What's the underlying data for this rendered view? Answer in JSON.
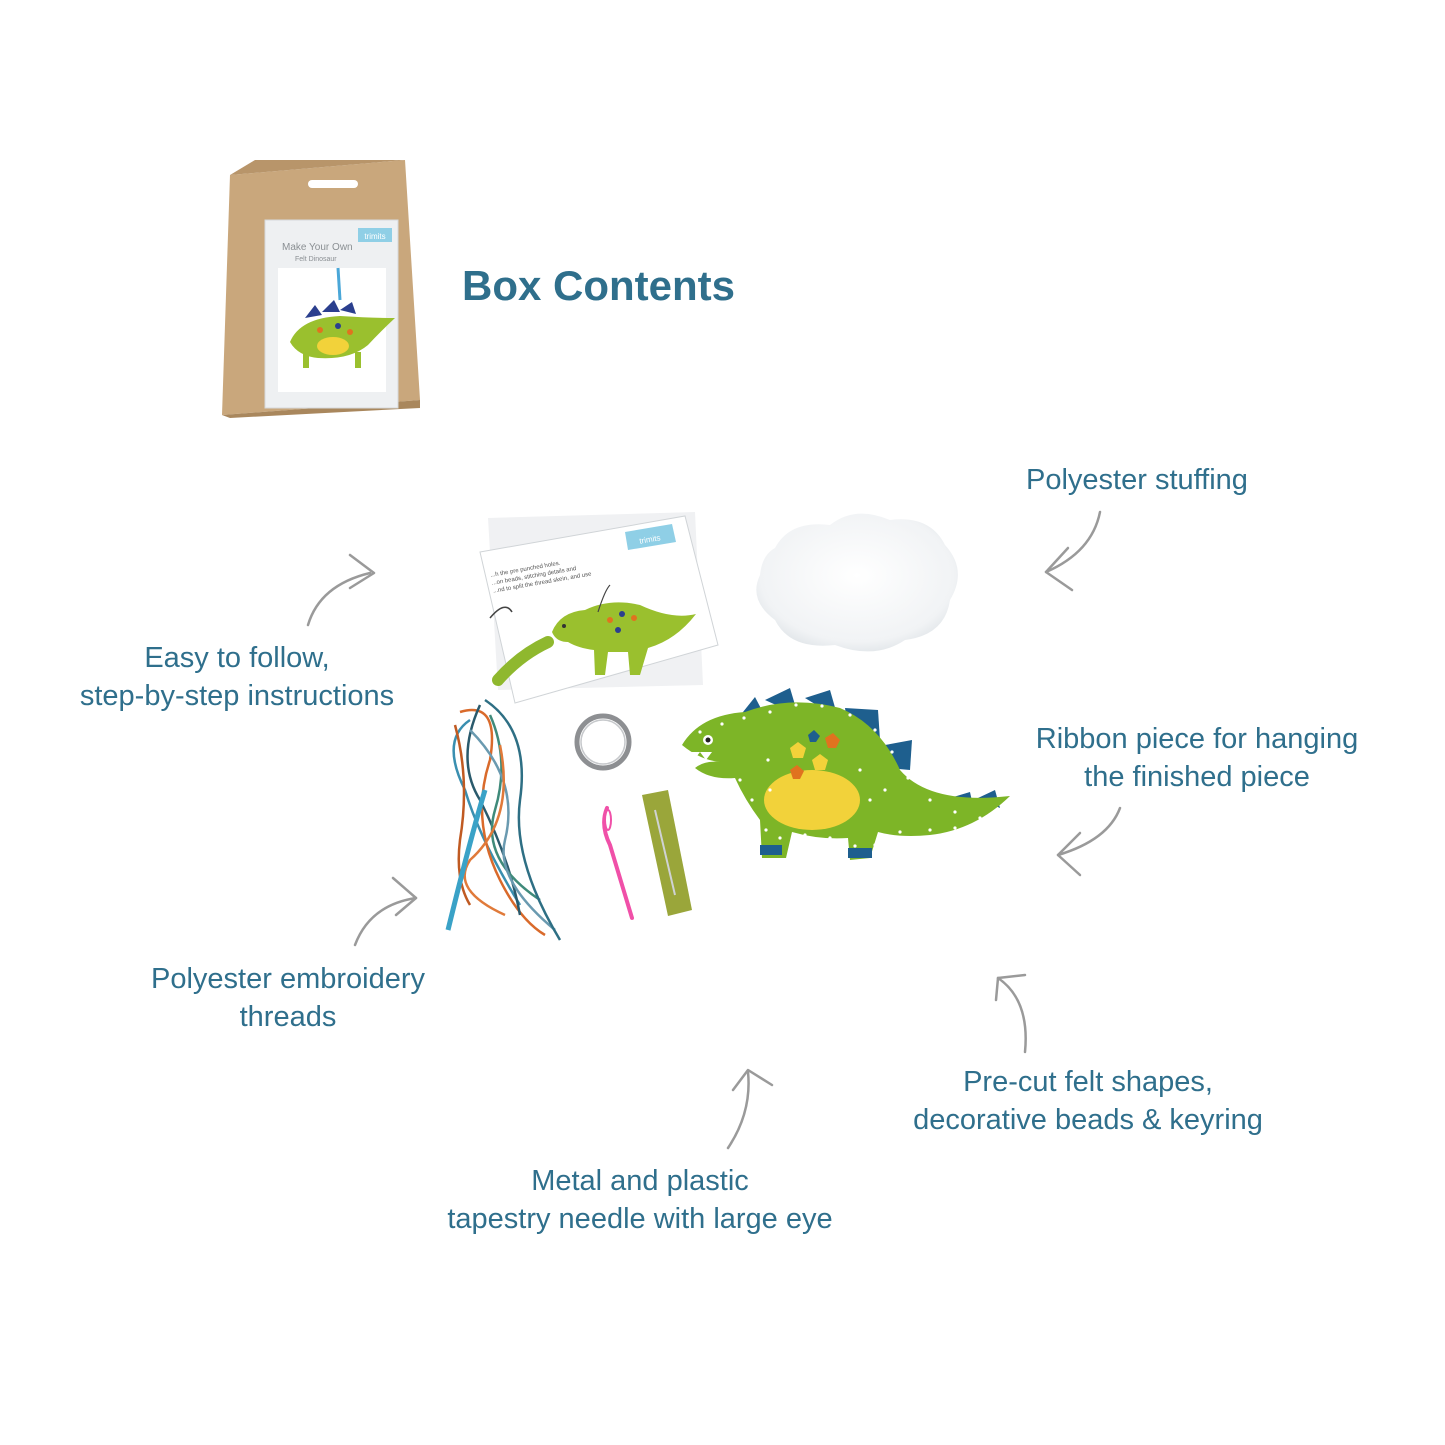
{
  "heading": {
    "title": "Box Contents"
  },
  "package": {
    "line1": "Make Your Own",
    "line2": "Felt Dinosaur",
    "brand": "trimits"
  },
  "instruction_sheet": {
    "brand": "trimits",
    "lines": [
      "...h the pre punched holes.",
      "...on beads, stitching details and",
      "...nd to split the thread skein, and use"
    ]
  },
  "labels": {
    "stuffing": [
      "Polyester stuffing"
    ],
    "instructions": [
      "Easy to follow,",
      "step-by-step instructions"
    ],
    "ribbon": [
      "Ribbon piece for hanging",
      "the finished piece"
    ],
    "threads": [
      "Polyester embroidery",
      "threads"
    ],
    "felt": [
      "Pre-cut felt shapes,",
      "decorative beads & keyring"
    ],
    "needle": [
      "Metal and plastic",
      "tapestry needle with large eye"
    ]
  },
  "colors": {
    "accent": "#2f6f8c",
    "kraft": "#c9a77c",
    "felt_green": "#7db527",
    "felt_blue": "#1e5f8e",
    "felt_yellow": "#f2d23a",
    "felt_orange": "#e0731f",
    "arrow_gray": "#9a9a9a"
  }
}
